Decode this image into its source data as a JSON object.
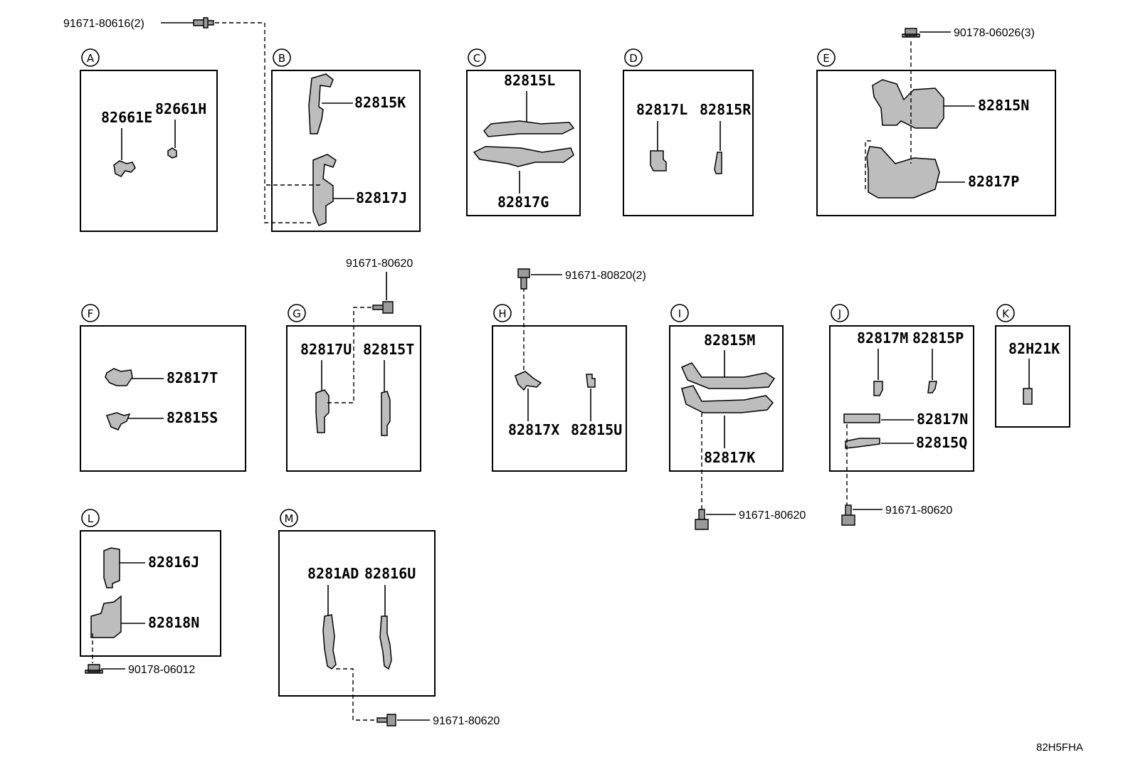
{
  "sections": {
    "A": {
      "letter": "A",
      "parts": [
        "82661E",
        "82661H"
      ]
    },
    "B": {
      "letter": "B",
      "parts": [
        "82815K",
        "82817J"
      ]
    },
    "C": {
      "letter": "C",
      "parts": [
        "82815L",
        "82817G"
      ]
    },
    "D": {
      "letter": "D",
      "parts": [
        "82817L",
        "82815R"
      ]
    },
    "E": {
      "letter": "E",
      "parts": [
        "82815N",
        "82817P"
      ]
    },
    "F": {
      "letter": "F",
      "parts": [
        "82817T",
        "82815S"
      ]
    },
    "G": {
      "letter": "G",
      "parts": [
        "82817U",
        "82815T"
      ]
    },
    "H": {
      "letter": "H",
      "parts": [
        "82817X",
        "82815U"
      ]
    },
    "I": {
      "letter": "I",
      "parts": [
        "82815M",
        "82817K"
      ]
    },
    "J": {
      "letter": "J",
      "parts": [
        "82817M",
        "82815P",
        "82817N",
        "82815Q"
      ]
    },
    "K": {
      "letter": "K",
      "parts": [
        "82H21K"
      ]
    },
    "L": {
      "letter": "L",
      "parts": [
        "82816J",
        "82818N"
      ]
    },
    "M": {
      "letter": "M",
      "parts": [
        "8281AD",
        "82816U"
      ]
    }
  },
  "fasteners": {
    "top_left": "91671-80616(2)",
    "e_top": "90178-06026(3)",
    "g_top": "91671-80620",
    "h_top": "91671-80820(2)",
    "i_bottom": "91671-80620",
    "j_bottom": "91671-80620",
    "l_bottom": "90178-06012",
    "m_bottom": "91671-80620"
  },
  "diagram_code": "82H5FHA"
}
